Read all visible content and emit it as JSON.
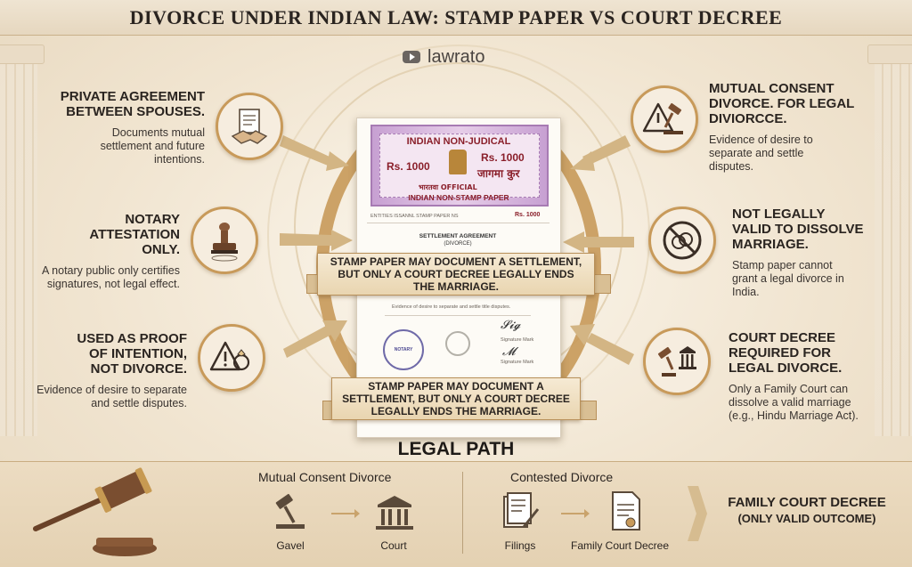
{
  "title": "DIVORCE UNDER INDIAN LAW: STAMP PAPER VS COURT DECREE",
  "brand": {
    "name": "lawrato",
    "icon": "play-icon"
  },
  "left_items": [
    {
      "head": "PRIVATE AGREEMENT BETWEEN SPOUSES.",
      "desc": "Documents mutual settlement and future intentions.",
      "icon": "handshake-document-icon"
    },
    {
      "head": "NOTARY ATTESTATION ONLY.",
      "desc": "A notary public only certifies signatures, not legal effect.",
      "icon": "rubber-stamp-icon"
    },
    {
      "head": "USED AS PROOF OF INTENTION, NOT DIVORCE.",
      "desc": "Evidence of desire to separate and settle disputes.",
      "icon": "warning-ring-icon"
    }
  ],
  "right_items": [
    {
      "head": "MUTUAL CONSENT DIVORCE. FOR LEGAL DIVIORCCE.",
      "desc": "Evidence of desire to separate and settle disputes.",
      "icon": "gavel-warning-icon"
    },
    {
      "head": "NOT LEGALLY VALID TO DISSOLVE MARRIAGE.",
      "desc": "Stamp paper cannot grant a legal divorce in India.",
      "icon": "no-rings-icon"
    },
    {
      "head": "COURT DECREE REQUIRED FOR LEGAL DIVORCE.",
      "desc": "Only a Family Court can dissolve a valid marriage (e.g., Hindu Marriage Act).",
      "icon": "gavel-court-icon"
    }
  ],
  "stamp_paper": {
    "header": "INDIAN NON-JUDICAL",
    "value_left": "Rs. 1000",
    "value_right": "Rs. 1000",
    "hindi_right": "जागमा कुर",
    "official_hindi": "भारतवा OFFICIAL",
    "subheader": "INDIAN NON-STAMP PAPER",
    "strip_left": "ENTITIES ISSANNL STAMP PAPER NS",
    "strip_right": "Rs. 1000",
    "doc_title": "SETTLEMENT AGREEMENT",
    "doc_subtitle": "(DIVORCE)",
    "evidence_line": "Evidence of desire to separate and settle title disputes.",
    "notary_seal": "NOTARY",
    "signature_1": "Signature Mark",
    "signature_2": "Signature Mark"
  },
  "ribbons": [
    "STAMP PAPER MAY DOCUMENT A SETTLEMENT, BUT ONLY A COURT DECREE LEGALLY ENDS THE MARRIAGE.",
    "STAMP PAPER MAY DOCUMENT A SETTLEMENT, BUT ONLY A COURT DECREE LEGALLY ENDS THE MARRIAGE."
  ],
  "legal_path": {
    "heading": "LEGAL PATH",
    "mutual": {
      "title": "Mutual Consent Divorce",
      "step1": "Gavel",
      "step2": "Court"
    },
    "contested": {
      "title": "Contested Divorce",
      "step1": "Filings",
      "step2": "Family Court Decree"
    },
    "final_title": "FAMILY COURT DECREE",
    "final_note": "(ONLY VALID OUTCOME)"
  },
  "colors": {
    "accent": "#c89a5a",
    "background": "#f3e9d9",
    "stamp_purple": "#c7a0d2",
    "stamp_red": "#8a1f2a"
  }
}
